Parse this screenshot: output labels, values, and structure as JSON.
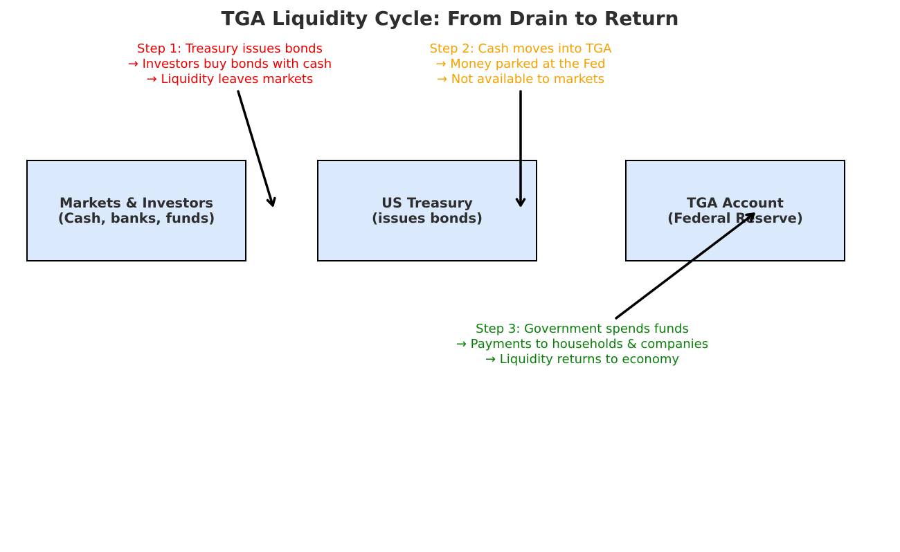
{
  "title": "TGA Liquidity Cycle: From Drain to Return",
  "boxes": {
    "markets": {
      "line1": "Markets & Investors",
      "line2": "(Cash, banks, funds)"
    },
    "treasury": {
      "line1": "US Treasury",
      "line2": "(issues bonds)"
    },
    "tga": {
      "line1": "TGA Account",
      "line2": "(Federal Reserve)"
    }
  },
  "steps": {
    "step1": {
      "line1": "Step 1: Treasury issues bonds",
      "line2": "→ Investors buy bonds with cash",
      "line3": "→ Liquidity leaves markets",
      "color": "#ee0000"
    },
    "step2": {
      "line1": "Step 2: Cash moves into TGA",
      "line2": "→ Money parked at the Fed",
      "line3": "→ Not available to markets",
      "color": "#f5a100"
    },
    "step3": {
      "line1": "Step 3: Government spends funds",
      "line2": "→ Payments to households & companies",
      "line3": "→ Liquidity returns to economy",
      "color": "#0a7f0a"
    }
  },
  "colors": {
    "box_fill": "#dbe9fc",
    "box_border": "#000000",
    "text_dark": "#2e2e2e",
    "arrow": "#000000"
  }
}
